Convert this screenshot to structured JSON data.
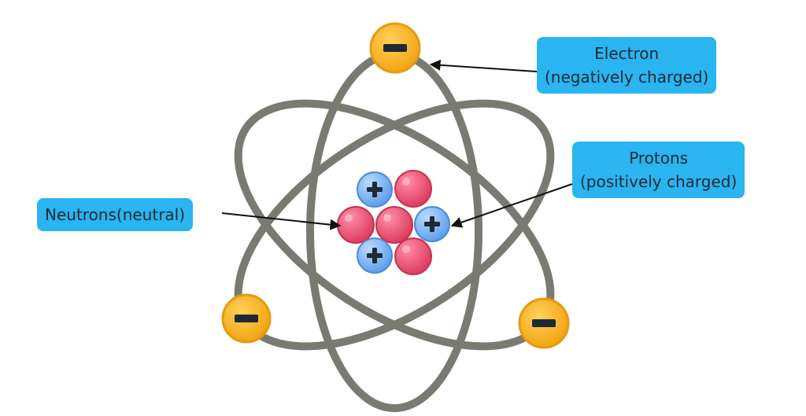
{
  "labels": {
    "electron": {
      "line1": "Electron",
      "line2": "(negatively charged)"
    },
    "protons": {
      "line1": "Protons",
      "line2": "(positively charged)"
    },
    "neutrons": {
      "line1": "Neutrons(neutral)"
    }
  },
  "colors": {
    "orbit": "#7a7a72",
    "electron": "#f6b21a",
    "electron_rim": "#e59b12",
    "proton": "#74aef0",
    "neutron": "#e84a6c",
    "callout": "#2ab4f0",
    "arrow": "#111111"
  },
  "icons": {
    "electron": "minus-sign-icon",
    "proton": "plus-sign-icon"
  }
}
